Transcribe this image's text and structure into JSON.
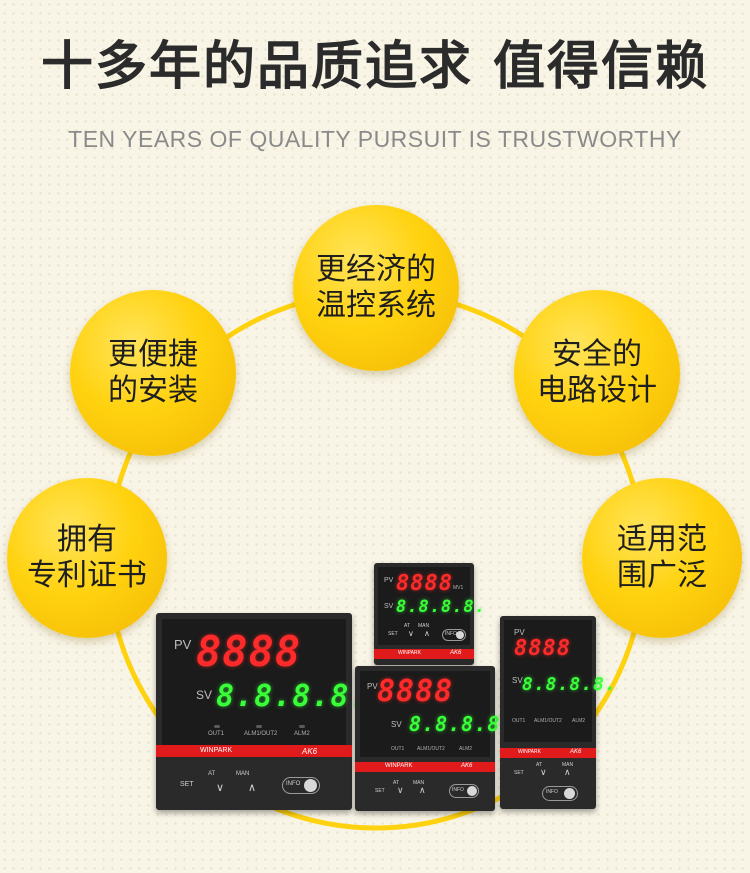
{
  "header": {
    "title": "十多年的品质追求 值得信赖",
    "subtitle": "TEN YEARS OF QUALITY PURSUIT IS TRUSTWORTHY"
  },
  "features": [
    {
      "line1": "更经济的",
      "line2": "温控系统"
    },
    {
      "line1": "更便捷",
      "line2": "的安装"
    },
    {
      "line1": "安全的",
      "line2": "电路设计"
    },
    {
      "line1": "拥有",
      "line2": "专利证书"
    },
    {
      "line1": "适用范",
      "line2": "围广泛"
    }
  ],
  "device": {
    "pv_label": "PV",
    "sv_label": "SV",
    "pv_value": "8888",
    "sv_value": "8.8.8.8.",
    "brand": "WINPARK",
    "model": "AK6",
    "out1": "OUT1",
    "alm1_out2": "ALM1/OUT2",
    "alm2": "ALM2",
    "set": "SET",
    "at": "AT",
    "man": "MAN",
    "info": "INFO",
    "mv1": "MV1"
  },
  "colors": {
    "bubble": "#ffd20f",
    "ring": "#ffd20f",
    "pv_display": "#ff2a2a",
    "sv_display": "#38ff38",
    "stripe": "#e11b1b"
  }
}
